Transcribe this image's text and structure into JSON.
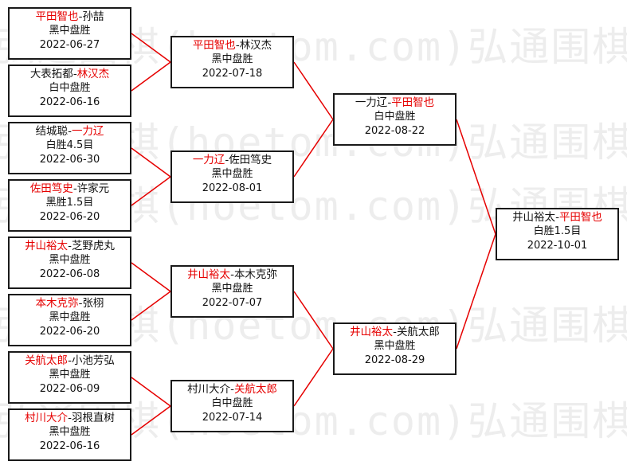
{
  "colors": {
    "winner": "#e60000",
    "text": "#111111",
    "border": "#1a1a1a",
    "connector": "#e60000",
    "watermark": "#ededed"
  },
  "watermark_text": "弘通围棋(hoetom.com)弘通围棋(hoetom.com)",
  "bracket": {
    "round1": [
      {
        "id": "r1m1",
        "players": [
          {
            "name": "平田智也",
            "winner": true
          },
          {
            "name": "孙喆",
            "winner": false
          }
        ],
        "result": "黑中盘胜",
        "date": "2022-06-27"
      },
      {
        "id": "r1m2",
        "players": [
          {
            "name": "大表拓都",
            "winner": false
          },
          {
            "name": "林汉杰",
            "winner": true
          }
        ],
        "result": "白中盘胜",
        "date": "2022-06-16"
      },
      {
        "id": "r1m3",
        "players": [
          {
            "name": "结城聪",
            "winner": false
          },
          {
            "name": "一力辽",
            "winner": true
          }
        ],
        "result": "白胜4.5目",
        "date": "2022-06-30"
      },
      {
        "id": "r1m4",
        "players": [
          {
            "name": "佐田笃史",
            "winner": true
          },
          {
            "name": "许家元",
            "winner": false
          }
        ],
        "result": "黑胜1.5目",
        "date": "2022-06-20"
      },
      {
        "id": "r1m5",
        "players": [
          {
            "name": "井山裕太",
            "winner": true
          },
          {
            "name": "芝野虎丸",
            "winner": false
          }
        ],
        "result": "黑中盘胜",
        "date": "2022-06-08"
      },
      {
        "id": "r1m6",
        "players": [
          {
            "name": "本木克弥",
            "winner": true
          },
          {
            "name": "张栩",
            "winner": false
          }
        ],
        "result": "黑中盘胜",
        "date": "2022-06-20"
      },
      {
        "id": "r1m7",
        "players": [
          {
            "name": "关航太郎",
            "winner": true
          },
          {
            "name": "小池芳弘",
            "winner": false
          }
        ],
        "result": "黑中盘胜",
        "date": "2022-06-09"
      },
      {
        "id": "r1m8",
        "players": [
          {
            "name": "村川大介",
            "winner": true
          },
          {
            "name": "羽根直树",
            "winner": false
          }
        ],
        "result": "黑中盘胜",
        "date": "2022-06-16"
      }
    ],
    "round2": [
      {
        "id": "r2m1",
        "players": [
          {
            "name": "平田智也",
            "winner": true
          },
          {
            "name": "林汉杰",
            "winner": false
          }
        ],
        "result": "黑中盘胜",
        "date": "2022-07-18"
      },
      {
        "id": "r2m2",
        "players": [
          {
            "name": "一力辽",
            "winner": true
          },
          {
            "name": "佐田笃史",
            "winner": false
          }
        ],
        "result": "黑中盘胜",
        "date": "2022-08-01"
      },
      {
        "id": "r2m3",
        "players": [
          {
            "name": "井山裕太",
            "winner": true
          },
          {
            "name": "本木克弥",
            "winner": false
          }
        ],
        "result": "黑中盘胜",
        "date": "2022-07-07"
      },
      {
        "id": "r2m4",
        "players": [
          {
            "name": "村川大介",
            "winner": false
          },
          {
            "name": "关航太郎",
            "winner": true
          }
        ],
        "result": "白中盘胜",
        "date": "2022-07-14"
      }
    ],
    "round3": [
      {
        "id": "r3m1",
        "players": [
          {
            "name": "一力辽",
            "winner": false
          },
          {
            "name": "平田智也",
            "winner": true
          }
        ],
        "result": "白中盘胜",
        "date": "2022-08-22"
      },
      {
        "id": "r3m2",
        "players": [
          {
            "name": "井山裕太",
            "winner": true
          },
          {
            "name": "关航太郎",
            "winner": false
          }
        ],
        "result": "黑中盘胜",
        "date": "2022-08-29"
      }
    ],
    "final": [
      {
        "id": "fm1",
        "players": [
          {
            "name": "井山裕太",
            "winner": false
          },
          {
            "name": "平田智也",
            "winner": true
          }
        ],
        "result": "白胜1.5目",
        "date": "2022-10-01"
      }
    ]
  }
}
